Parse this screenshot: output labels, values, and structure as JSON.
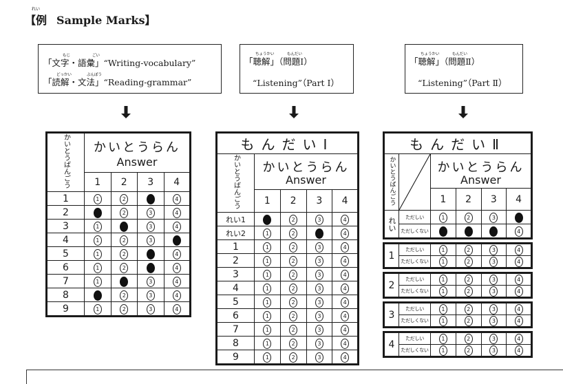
{
  "header": {
    "title_kanji": "【例",
    "title_kanji_ruby": "れい",
    "title_en": "Sample Marks】"
  },
  "labels": [
    {
      "lines": [
        {
          "text": "「文字・語彙」“Writing-vocabulary”",
          "ruby": [
            {
              "over": "文",
              "text": "もじ"
            },
            {
              "over": "語彙",
              "text": "ごい"
            }
          ]
        },
        {
          "text": "「読解・文法」“Reading-grammar”",
          "ruby": [
            {
              "over": "読解",
              "text": "どっかい"
            },
            {
              "over": "文法",
              "text": "ぶんぽう"
            }
          ]
        }
      ]
    },
    {
      "lines": [
        {
          "text": "「聴解」（問題Ⅰ）",
          "ruby": [
            {
              "over": "聴解",
              "text": "ちょうかい"
            },
            {
              "over": "問題",
              "text": "もんだい"
            }
          ]
        },
        {
          "text": "“Listening”（Part Ⅰ）"
        }
      ]
    },
    {
      "lines": [
        {
          "text": "「聴解」（問題Ⅱ）",
          "ruby": [
            {
              "over": "聴解",
              "text": "ちょうかい"
            },
            {
              "over": "問題",
              "text": "もんだい"
            }
          ]
        },
        {
          "text": "“Listening”（Part Ⅱ）"
        }
      ]
    }
  ],
  "icons": {
    "arrow": "down-arrow-icon"
  },
  "common": {
    "answer_number_label": "かいとうばんごう",
    "answer_jp": "かいとうらん",
    "answer_en": "Answer",
    "columns": [
      "1",
      "2",
      "3",
      "4"
    ],
    "bubble_glyphs": [
      "1",
      "2",
      "3",
      "4"
    ]
  },
  "sheet1": {
    "rows": [
      {
        "label": "1",
        "marked": 3
      },
      {
        "label": "2",
        "marked": 1
      },
      {
        "label": "3",
        "marked": 2
      },
      {
        "label": "4",
        "marked": 4
      },
      {
        "label": "5",
        "marked": 3
      },
      {
        "label": "6",
        "marked": 3
      },
      {
        "label": "7",
        "marked": 2
      },
      {
        "label": "8",
        "marked": 1
      },
      {
        "label": "9",
        "marked": 0
      }
    ]
  },
  "sheet2": {
    "title": "もんだいⅠ",
    "rows": [
      {
        "label": "れい1",
        "marked": 1
      },
      {
        "label": "れい2",
        "marked": 3
      },
      {
        "label": "1",
        "marked": 0
      },
      {
        "label": "2",
        "marked": 0
      },
      {
        "label": "3",
        "marked": 0
      },
      {
        "label": "4",
        "marked": 0
      },
      {
        "label": "5",
        "marked": 0
      },
      {
        "label": "6",
        "marked": 0
      },
      {
        "label": "7",
        "marked": 0
      },
      {
        "label": "8",
        "marked": 0
      },
      {
        "label": "9",
        "marked": 0
      }
    ]
  },
  "sheet3": {
    "title": "もんだいⅡ",
    "correct_label": "ただしい",
    "incorrect_label": "ただしくない",
    "example": {
      "label": "れい",
      "correct_marked": [
        4
      ],
      "incorrect_marked": [
        1,
        2,
        3
      ]
    },
    "groups": [
      {
        "label": "1",
        "correct_marked": [],
        "incorrect_marked": []
      },
      {
        "label": "2",
        "correct_marked": [],
        "incorrect_marked": []
      },
      {
        "label": "3",
        "correct_marked": [],
        "incorrect_marked": []
      },
      {
        "label": "4",
        "correct_marked": [],
        "incorrect_marked": []
      }
    ]
  }
}
